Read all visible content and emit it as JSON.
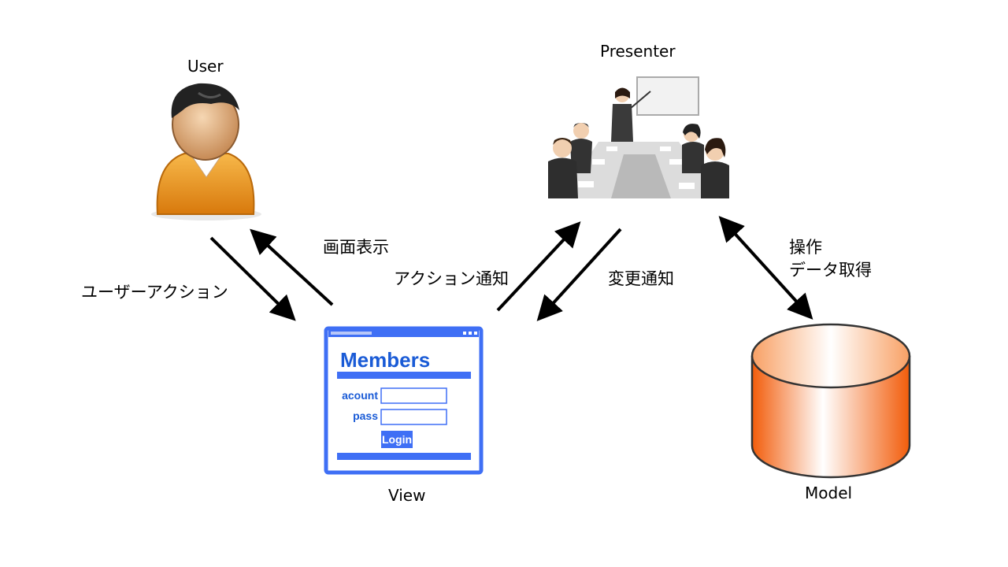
{
  "nodes": {
    "user": {
      "label": "User"
    },
    "presenter": {
      "label": "Presenter"
    },
    "view": {
      "label": "View"
    },
    "model": {
      "label": "Model"
    }
  },
  "edges": {
    "user_action": "ユーザーアクション",
    "screen_display": "画面表示",
    "action_notify": "アクション通知",
    "change_notify": "変更通知",
    "operation": "操作",
    "data_fetch": "データ取得"
  },
  "view_mockup": {
    "title": "Members",
    "field_account": "acount",
    "field_pass": "pass",
    "login_button": "Login"
  },
  "colors": {
    "view_blue": "#3f6ff5",
    "view_text": "#1a5bd6",
    "user_orange": "#e8941c",
    "model_orange": "#f26a10"
  },
  "icons": {
    "user": "user-avatar-icon",
    "presenter": "meeting-presentation-icon",
    "view": "login-form-window-icon",
    "model": "database-cylinder-icon"
  }
}
